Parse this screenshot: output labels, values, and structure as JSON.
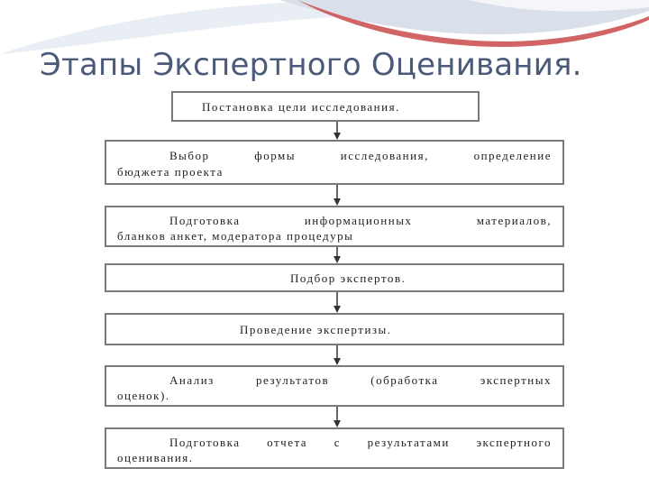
{
  "title": "Этапы Экспертного Оценивания.",
  "steps": [
    {
      "line1": "Постановка цели исследования."
    },
    {
      "line1_words": [
        "Выбор",
        "формы",
        "исследования,",
        "определение"
      ],
      "line2": "бюджета проекта"
    },
    {
      "line1_words": [
        "Подготовка",
        "информационных",
        "материалов,"
      ],
      "line2": "бланков анкет, модератора процедуры"
    },
    {
      "line1": "Подбор экспертов."
    },
    {
      "line1": "Проведение экспертизы."
    },
    {
      "line1_words": [
        "Анализ",
        "результатов",
        "(обработка",
        "экспертных"
      ],
      "line2": "оценок)."
    },
    {
      "line1_words": [
        "Подготовка",
        "отчета",
        "с",
        "результатами",
        "экспертного"
      ],
      "line2": "оценивания."
    }
  ]
}
